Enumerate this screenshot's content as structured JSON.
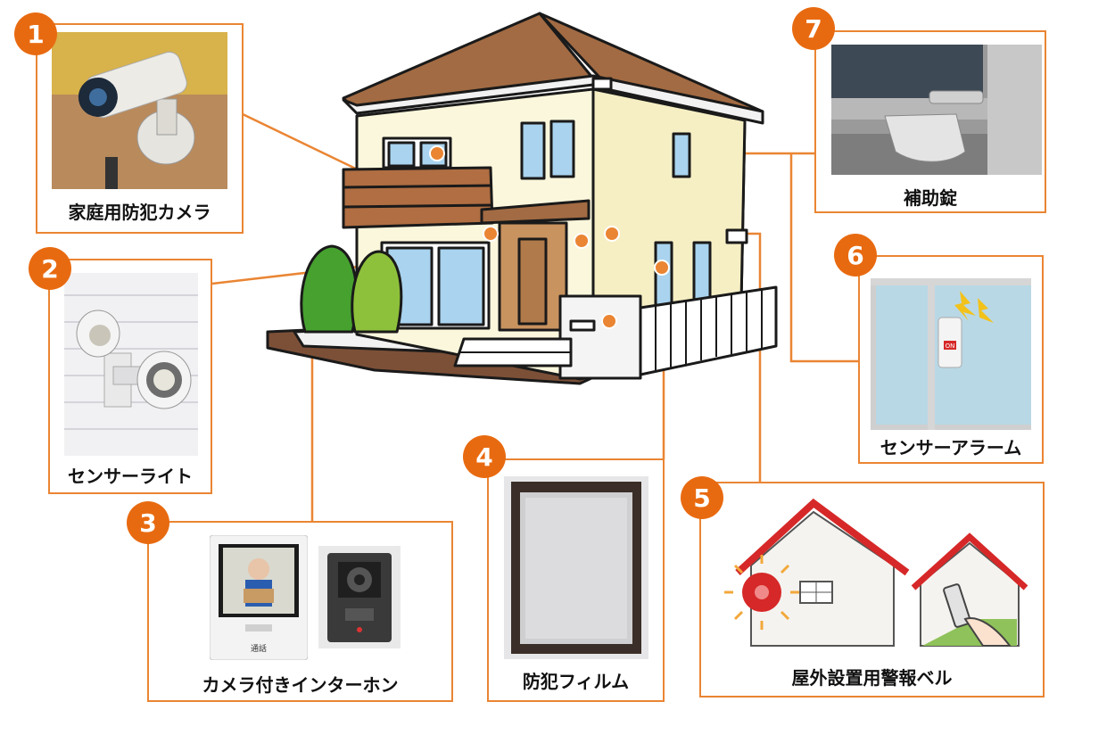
{
  "items": [
    {
      "number": "1",
      "label": "家庭用防犯カメラ"
    },
    {
      "number": "2",
      "label": "センサーライト"
    },
    {
      "number": "3",
      "label": "カメラ付きインターホン"
    },
    {
      "number": "4",
      "label": "防犯フィルム"
    },
    {
      "number": "5",
      "label": "屋外設置用警報ベル"
    },
    {
      "number": "6",
      "label": "センサーアラーム"
    },
    {
      "number": "7",
      "label": "補助錠"
    }
  ],
  "intercom_monitor_text": "通話",
  "alarm_button_text": "ON",
  "colors": {
    "accent": "#e86a10",
    "line": "#ea8533",
    "roof": "#a26b43",
    "wall": "#fbf7dc"
  }
}
